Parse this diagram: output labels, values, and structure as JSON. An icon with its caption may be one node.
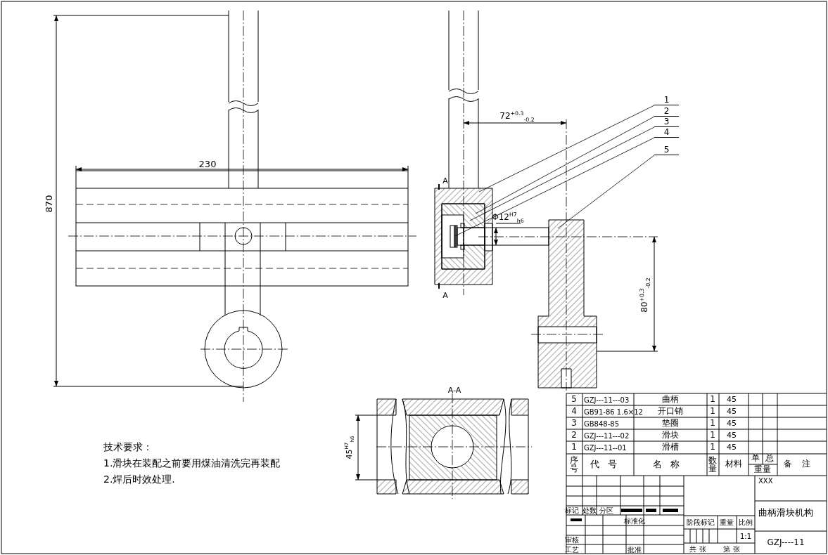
{
  "diagram": {
    "nodes": [
      {
        "text": [
          "1"
        ]
      },
      {
        "text": [
          "2"
        ]
      },
      {
        "text": [
          "3"
        ]
      },
      {
        "text": [
          "4"
        ]
      },
      {
        "text": [
          "5"
        ]
      }
    ],
    "edges": [
      {
        "from": 0,
        "to": null,
        "arrow": "none"
      },
      {
        "from": 1,
        "to": null,
        "arrow": "none"
      },
      {
        "from": 2,
        "to": null,
        "arrow": "none"
      },
      {
        "from": 3,
        "to": null,
        "arrow": "none"
      },
      {
        "from": 4,
        "to": null,
        "arrow": "none"
      }
    ],
    "labels": [
      "230",
      "870",
      "A",
      "72$^{+0.3}$$_{-0.2}$",
      "Φ12$^{H7}$$_{h6}$",
      "A",
      "80$^{+0.3}$$_{-0.2}$",
      "A-A",
      "45$^{H7}$$_{h6}$",
      "技术要求：",
      "1.滑块在装配之前要用煤油清洗完再装配",
      "2.焊后时效处理.",
      "5",
      "GZJ---11---03",
      "曲柄",
      "1",
      "45",
      "4",
      "GB91-86 1.6×12",
      "开口销",
      "1",
      "45",
      "3",
      "GB848-85",
      "垫圈",
      "1",
      "45",
      "2",
      "GZJ---11---02",
      "滑块",
      "1",
      "45",
      "1",
      "GZJ---11--01",
      "滑槽",
      "1",
      "45",
      "序号",
      "代号",
      "名称",
      "数量",
      "材料",
      "单",
      "总",
      "重量",
      "备注",
      "XXX",
      "标记",
      "处数",
      "分区",
      "曲柄滑块机构",
      "标准化",
      "阶段标记",
      "重量",
      "比例",
      "1:1",
      "审核",
      "工艺",
      "批准",
      "共 张",
      "第 张",
      "GZJ----11"
    ]
  }
}
